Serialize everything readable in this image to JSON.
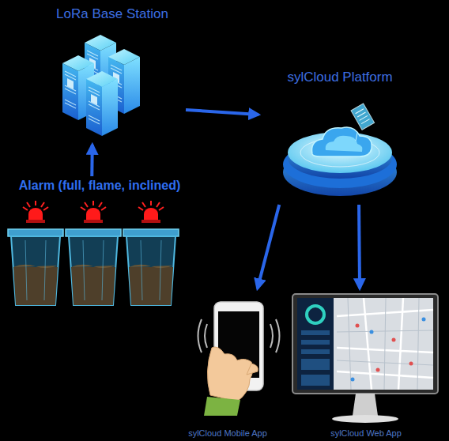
{
  "diagram": {
    "nodes": [
      {
        "text": [
          "LoRa Base Station"
        ]
      },
      {
        "text": [
          "sylCloud Platform"
        ]
      },
      {
        "text": [
          "Alarm (full, flame, inclined)"
        ]
      },
      {
        "text": [
          "sylCloud Mobile App"
        ]
      },
      {
        "text": [
          "sylCloud Web App"
        ]
      }
    ],
    "edges": [
      {
        "from": 2,
        "to": 0,
        "arrow": "to"
      },
      {
        "from": 0,
        "to": 1,
        "arrow": "to"
      },
      {
        "from": 1,
        "to": 3,
        "arrow": "to"
      },
      {
        "from": 1,
        "to": 4,
        "arrow": "to"
      }
    ]
  }
}
